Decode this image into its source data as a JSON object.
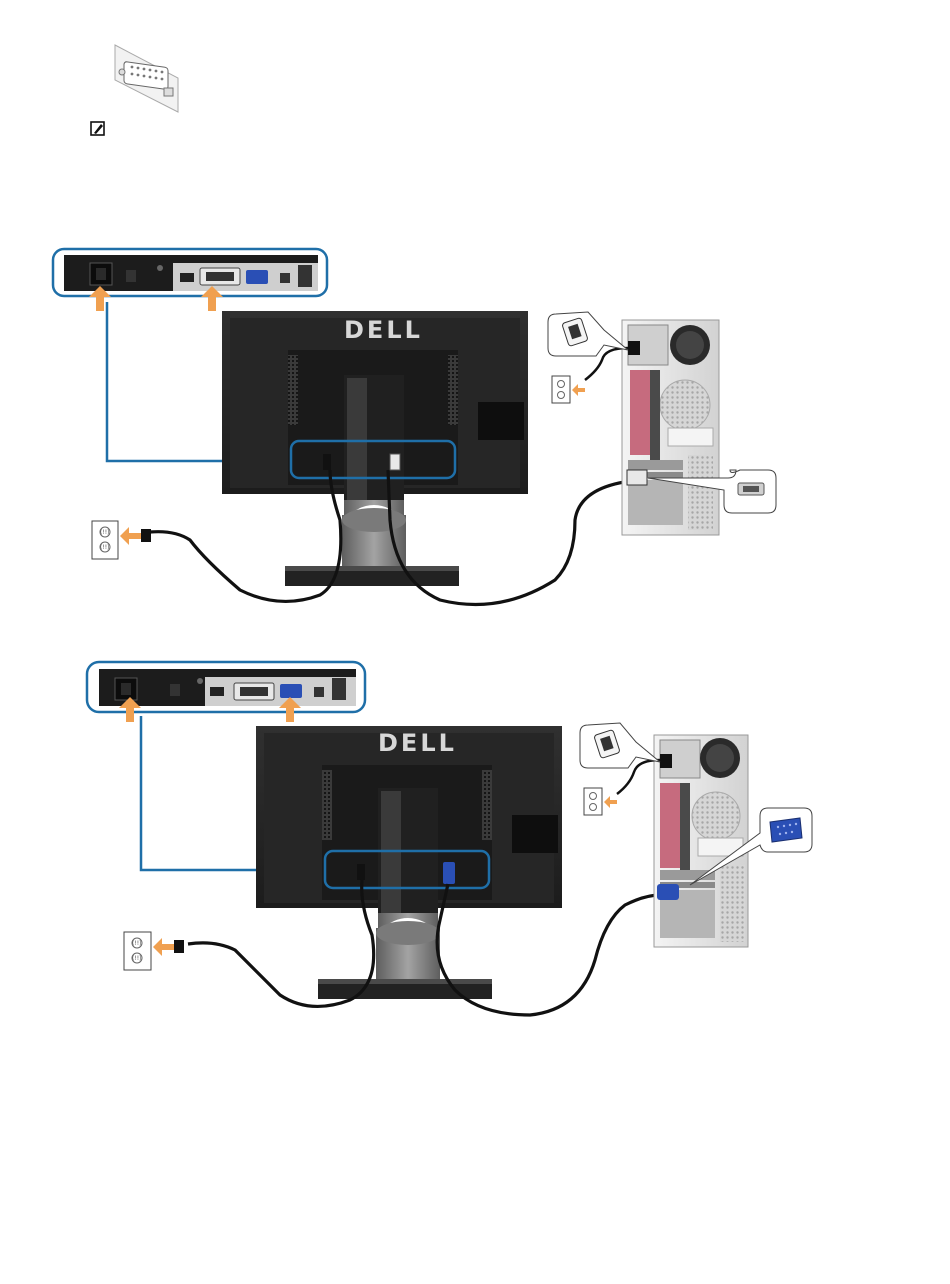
{
  "page": {
    "background": "#ffffff"
  },
  "colors": {
    "callout_blue": "#1f6fa8",
    "arrow_orange": "#f0a050",
    "cable": "#111111",
    "monitor_body": "#2a2a2a",
    "monitor_panel": "#1a1a1a",
    "stand": "#8a8a8a",
    "vga_blue": "#2a4fb5",
    "pc_case": "#ececec",
    "pc_port_panel": "#c66b7e"
  },
  "icons": {
    "dvi_connector": "dvi-connector-icon",
    "note": "pencil-note-icon",
    "wall_outlet": "wall-outlet-icon",
    "power_plug": "power-plug-icon",
    "vga_connector": "vga-connector-icon",
    "dvi_plug": "dvi-plug-icon"
  },
  "diagrams": [
    {
      "id": "dvi",
      "brand_label": "DELL",
      "outlet_label_top": "(!!)",
      "outlet_label_bottom": "(!!)",
      "video_cable": "DVI"
    },
    {
      "id": "vga",
      "brand_label": "DELL",
      "outlet_label_top": "(!!)",
      "outlet_label_bottom": "(!!)",
      "video_cable": "VGA"
    }
  ]
}
